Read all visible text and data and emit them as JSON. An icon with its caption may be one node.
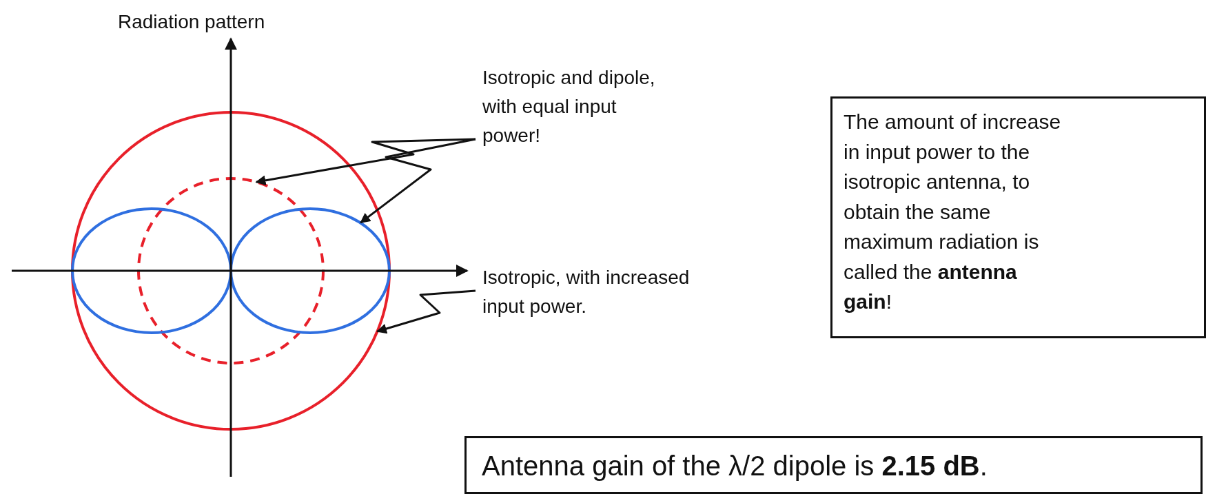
{
  "diagram": {
    "nodes": [
      {
        "text": [
          "Isotropic and dipole, with equal input power!"
        ]
      },
      {
        "text": [],
        "shape": "circle"
      },
      {
        "text": [],
        "shape": "circle",
        "in": 1
      },
      {
        "text": [],
        "shape": "curve",
        "in": 1
      },
      {
        "text": [
          "Isotropic, with increased input power."
        ]
      },
      {
        "text": [
          "The amount of increase in input power to the isotropic antenna, to obtain the same maximum radiation is called the **antenna gain**!"
        ]
      },
      {
        "text": [
          "Antenna gain of the λ/2 dipole is **2.15 dB**."
        ]
      }
    ],
    "edges": [
      {
        "from": 0,
        "to": 2,
        "arrow": "to"
      },
      {
        "from": 0,
        "to": 3,
        "arrow": "to"
      },
      {
        "from": 4,
        "to": 1,
        "arrow": "to"
      }
    ],
    "labels": [
      "Radiation pattern"
    ]
  }
}
